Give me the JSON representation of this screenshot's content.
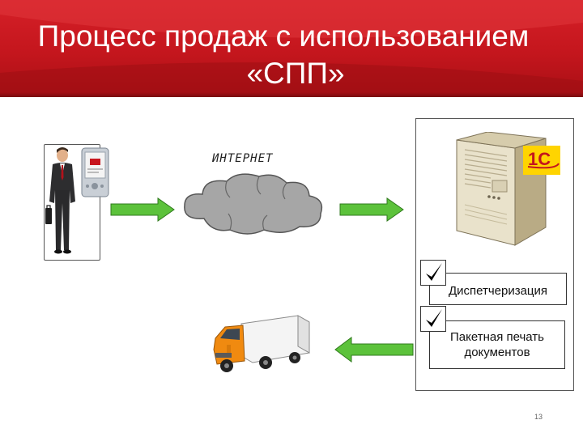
{
  "slide": {
    "title_line1": "Процесс продаж с использованием",
    "title_line2": "«СПП»",
    "internet_label": "ИНТЕРНЕТ",
    "page_number": "13",
    "logo_text": "1С"
  },
  "tasks": [
    {
      "label": "Диспетчеризация"
    },
    {
      "label": "Пакетная печать документов"
    }
  ],
  "icons": [
    "businessman-icon",
    "pda-icon",
    "cloud-icon",
    "server-icon",
    "truck-icon",
    "checkmark-icon",
    "arrow-right-icon",
    "arrow-left-icon"
  ],
  "colors": {
    "header_red": "#c4161d",
    "arrow_green": "#5cc23b",
    "logo_yellow": "#ffd400"
  }
}
